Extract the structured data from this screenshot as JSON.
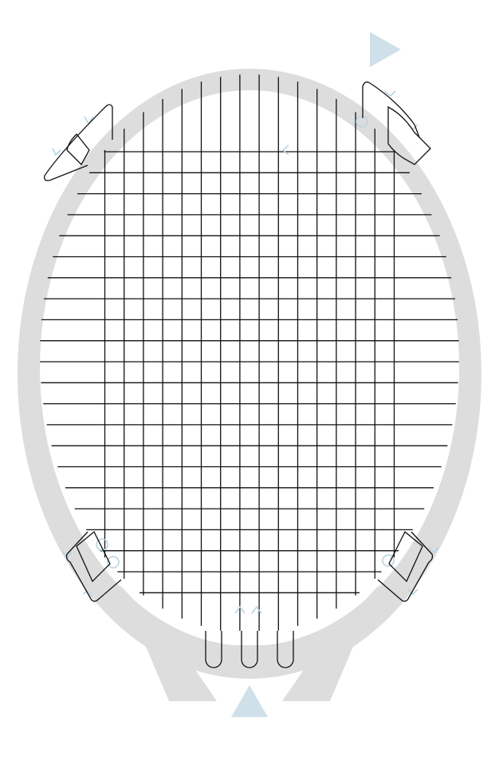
{
  "diagram": {
    "kind": "racquet-string-pattern",
    "main_strings": 16,
    "cross_strings": 22,
    "colors": {
      "frame": "#dddddd",
      "string": "#111111",
      "marker": "#cfe0ea",
      "background": "#ffffff"
    },
    "icons": [
      "start-arrow-top-icon",
      "start-arrow-bottom-icon",
      "direction-chevron-icon",
      "tie-off-knot-icon"
    ]
  }
}
